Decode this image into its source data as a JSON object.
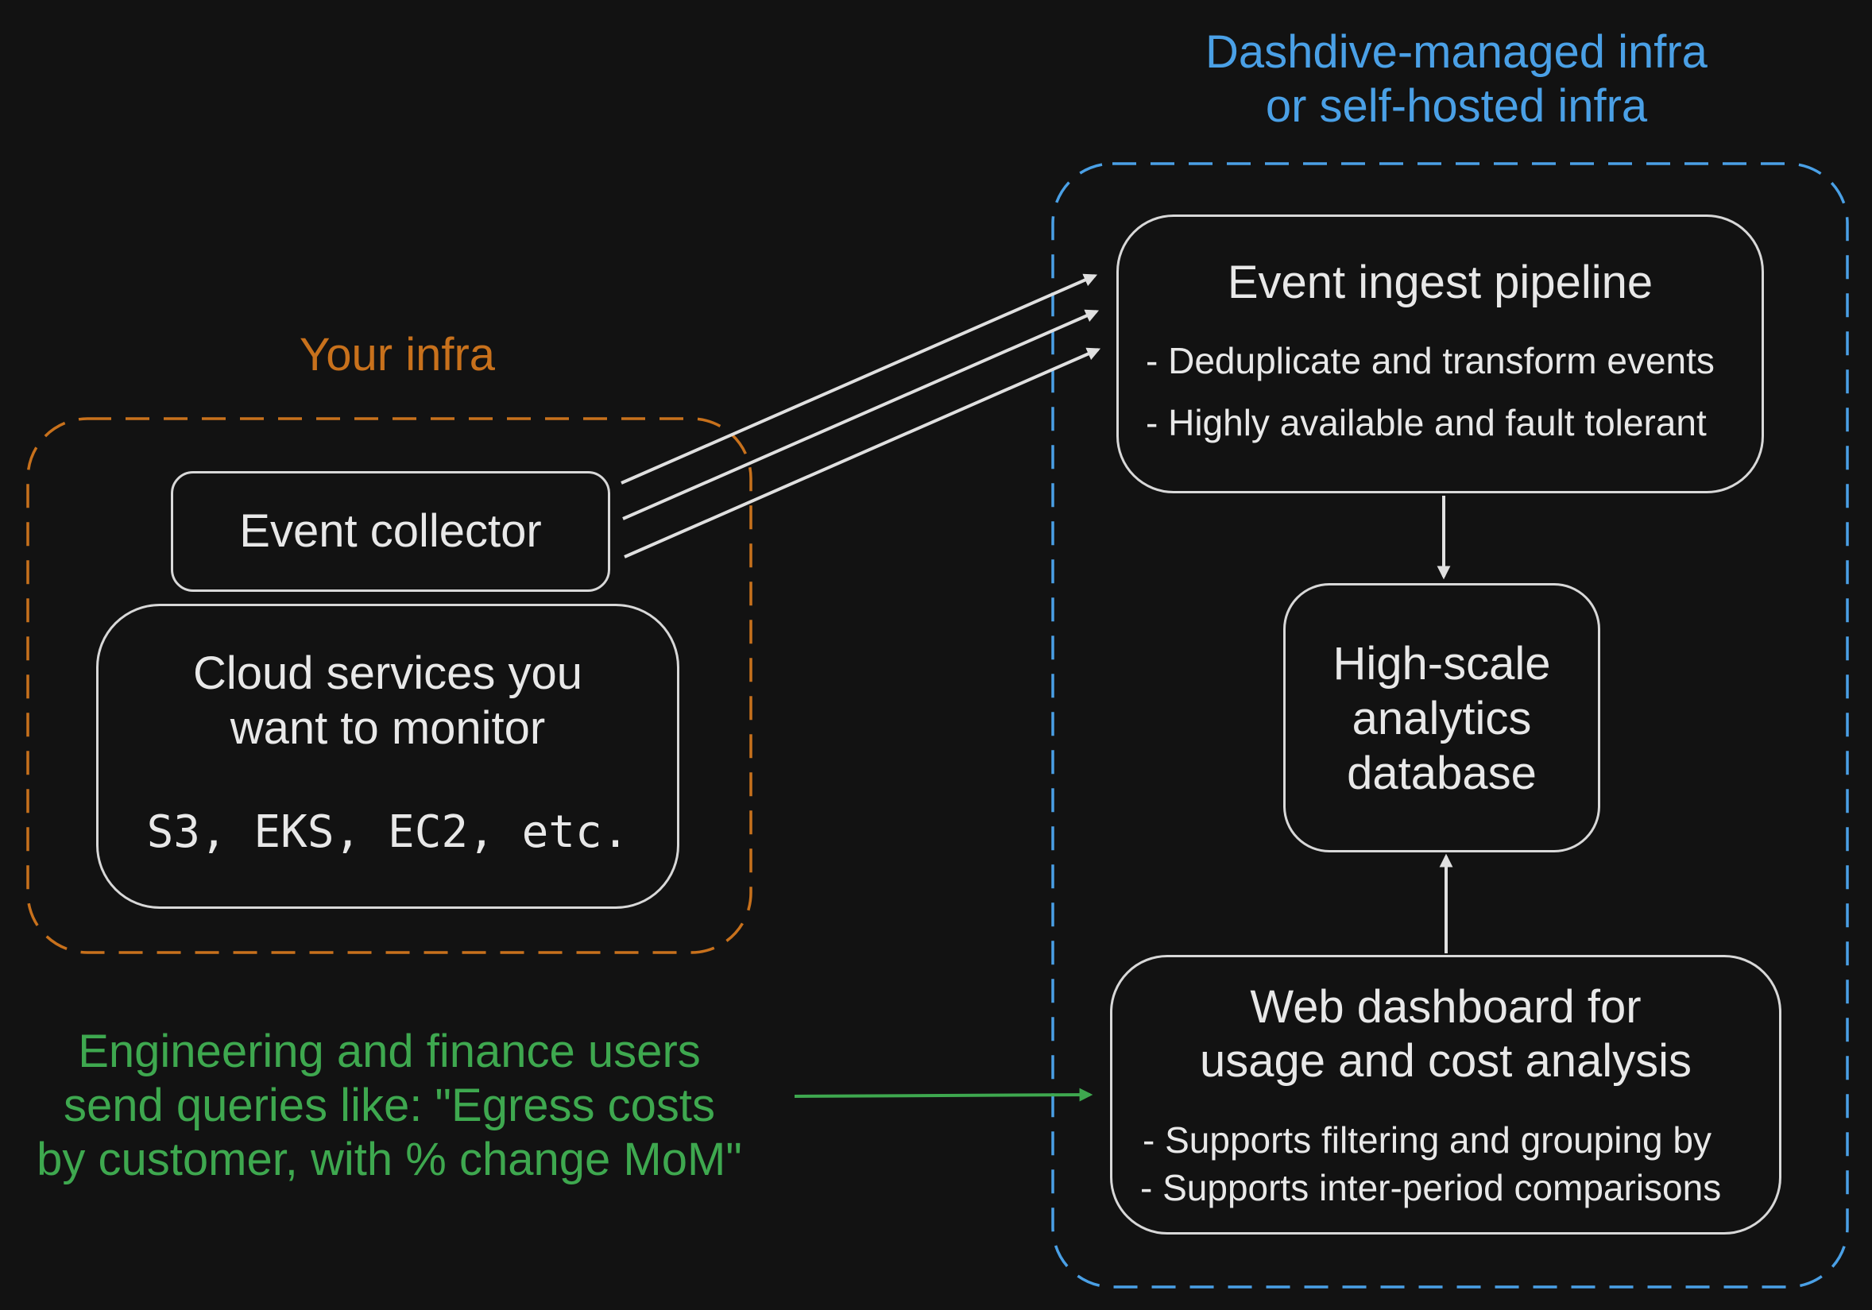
{
  "groups": {
    "managed": {
      "title_line1": "Dashdive-managed infra",
      "title_line2": "or self-hosted infra",
      "color": "#4aa0e6"
    },
    "yours": {
      "title": "Your infra",
      "color": "#c8711c"
    }
  },
  "nodes": {
    "event_collector": {
      "label": "Event collector"
    },
    "cloud_services": {
      "label_line1": "Cloud services you",
      "label_line2": "want to monitor",
      "examples": "S3, EKS, EC2, etc."
    },
    "ingest_pipeline": {
      "title": "Event ingest pipeline",
      "bullets": [
        "- Deduplicate and transform events",
        "- Highly available and fault tolerant"
      ]
    },
    "analytics_db": {
      "label_line1": "High-scale",
      "label_line2": "analytics",
      "label_line3": "database"
    },
    "web_dashboard": {
      "title_line1": "Web dashboard for",
      "title_line2": "usage and cost analysis",
      "bullets": [
        "- Supports filtering and grouping by",
        "- Supports inter-period comparisons"
      ]
    }
  },
  "users_note": {
    "line1": "Engineering and finance users",
    "line2": "send queries like: \"Egress costs",
    "line3": "by customer, with % change MoM\"",
    "color": "#3ea84f"
  },
  "colors": {
    "background": "#121212",
    "box_stroke": "#d8d8d8",
    "arrow": "#e0e0e0"
  }
}
